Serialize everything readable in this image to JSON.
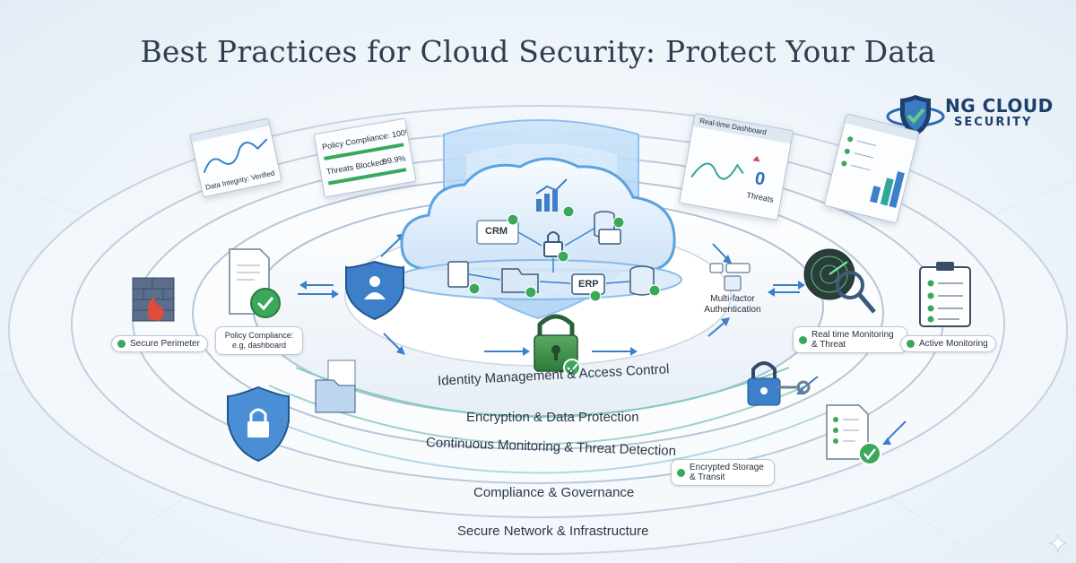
{
  "title": "Best Practices for Cloud Security: Protect Your Data",
  "logo": {
    "name": "NG CLOUD",
    "subtitle": "SECURITY"
  },
  "rings": [
    "Identity Management & Access Control",
    "Encryption & Data Protection",
    "Continuous Monitoring & Threat Detection",
    "Compliance & Governance",
    "Secure Network & Infrastructure"
  ],
  "cloud_apps": {
    "crm": "CRM",
    "erp": "ERP"
  },
  "mfa_label": "Multi-factor Authentication",
  "badges": {
    "secure_perimeter": "Secure Perimeter",
    "policy_compliance_dashboard": "Policy Compliance: e.g, dashboard",
    "realtime_monitoring": "Real time Monitoring & Threat",
    "active_monitoring": "Active Monitoring",
    "encrypted_storage": "Encrypted Storage & Transit"
  },
  "panels": {
    "integrity": "Data Integrity: Verified",
    "policy_compliance": "Policy Compliance: 100%",
    "threats_blocked_label": "Threats Blocked:",
    "threats_blocked_value": "99.9%",
    "dashboard_title": "Real-time Dashboard",
    "threat_count": "0",
    "threat_word": "Threats"
  },
  "colors": {
    "title": "#2f3e4f",
    "accent_blue": "#3d7fc8",
    "check_green": "#3aa85b",
    "ring_stroke": "#b9cadb",
    "teal_arrow": "#2fa89a"
  }
}
